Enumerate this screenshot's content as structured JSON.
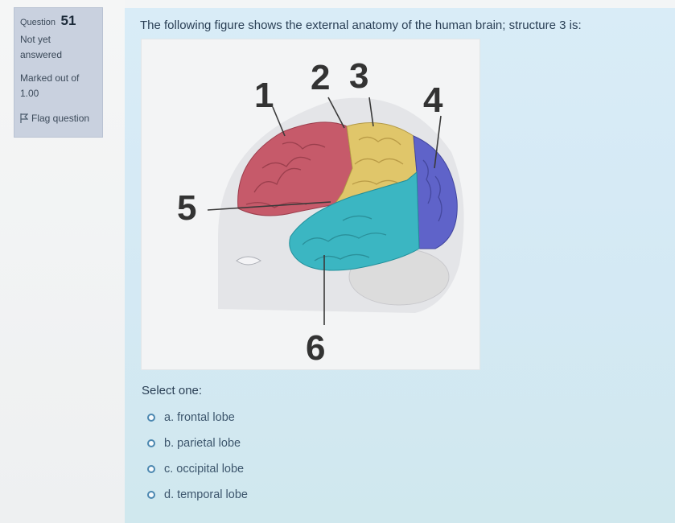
{
  "question": {
    "label": "Question",
    "number": "51",
    "status": "Not yet answered",
    "marked": "Marked out of 1.00",
    "flag_label": "Flag question"
  },
  "prompt": "The following figure shows the external anatomy of the human brain; structure 3 is:",
  "figure": {
    "labels": [
      "1",
      "2",
      "3",
      "4",
      "5",
      "6"
    ],
    "colors": {
      "frontal": "#c65a6a",
      "parietal": "#e0c66a",
      "occipital": "#5f63c9",
      "temporal": "#3bb6c2",
      "cerebellum": "#dcdcdc"
    }
  },
  "select_label": "Select one:",
  "options": [
    {
      "letter": "a.",
      "text": "frontal lobe"
    },
    {
      "letter": "b.",
      "text": "parietal lobe"
    },
    {
      "letter": "c.",
      "text": "occipital lobe"
    },
    {
      "letter": "d.",
      "text": "temporal lobe"
    }
  ]
}
